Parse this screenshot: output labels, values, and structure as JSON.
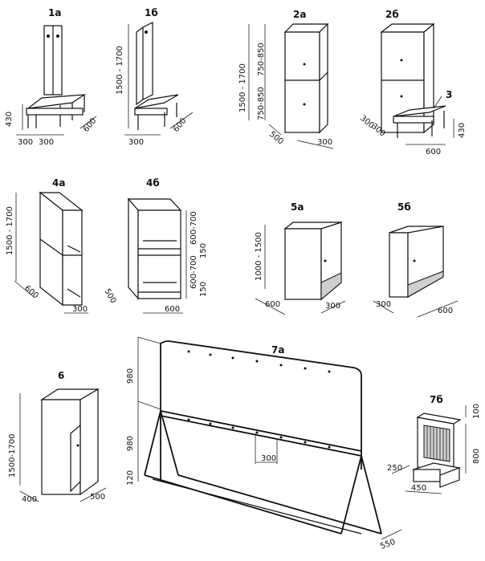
{
  "figures": {
    "f1a": {
      "label": "1а",
      "dims": [
        "430",
        "300",
        "300",
        "600"
      ]
    },
    "f1b": {
      "label": "1б",
      "dims": [
        "1500 - 1700",
        "300",
        "600"
      ]
    },
    "f2a": {
      "label": "2а",
      "dims": [
        "1500 - 1700",
        "750-850",
        "750-850",
        "500",
        "300"
      ]
    },
    "f2b": {
      "label": "2б",
      "dims": [
        "3",
        "300",
        "300",
        "600",
        "430"
      ]
    },
    "f4a": {
      "label": "4а",
      "dims": [
        "1500 - 1700",
        "600",
        "300"
      ]
    },
    "f4b": {
      "label": "4б",
      "dims": [
        "600-700",
        "150",
        "600-700",
        "150",
        "500",
        "600"
      ]
    },
    "f5a": {
      "label": "5а",
      "dims": [
        "1000 - 1500",
        "600",
        "300"
      ]
    },
    "f5b": {
      "label": "5б",
      "dims": [
        "300",
        "600"
      ]
    },
    "f6": {
      "label": "6",
      "dims": [
        "1500-1700",
        "400",
        "500"
      ]
    },
    "f7a": {
      "label": "7а",
      "dims": [
        "980",
        "980",
        "120",
        "300",
        "550"
      ]
    },
    "f7b": {
      "label": "7б",
      "dims": [
        "100",
        "800",
        "250",
        "450"
      ]
    }
  }
}
